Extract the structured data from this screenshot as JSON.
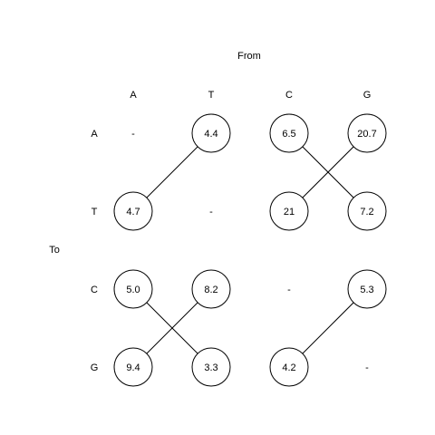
{
  "from_label": "From",
  "to_label": "To",
  "columns": [
    "A",
    "T",
    "C",
    "G"
  ],
  "rows": [
    "A",
    "T",
    "C",
    "G"
  ],
  "matrix": [
    [
      "-",
      "4.4",
      "6.5",
      "20.7"
    ],
    [
      "4.7",
      "-",
      "21",
      "7.2"
    ],
    [
      "5.0",
      "8.2",
      "-",
      "5.3"
    ],
    [
      "9.4",
      "3.3",
      "4.2",
      "-"
    ]
  ],
  "edges": [
    {
      "from": [
        "A",
        "T"
      ],
      "to": [
        "T",
        "A"
      ]
    },
    {
      "from": [
        "A",
        "C"
      ],
      "to": [
        "T",
        "G"
      ]
    },
    {
      "from": [
        "A",
        "G"
      ],
      "to": [
        "T",
        "C"
      ]
    },
    {
      "from": [
        "C",
        "A"
      ],
      "to": [
        "G",
        "T"
      ]
    },
    {
      "from": [
        "C",
        "T"
      ],
      "to": [
        "G",
        "A"
      ]
    },
    {
      "from": [
        "C",
        "G"
      ],
      "to": [
        "G",
        "C"
      ]
    }
  ]
}
